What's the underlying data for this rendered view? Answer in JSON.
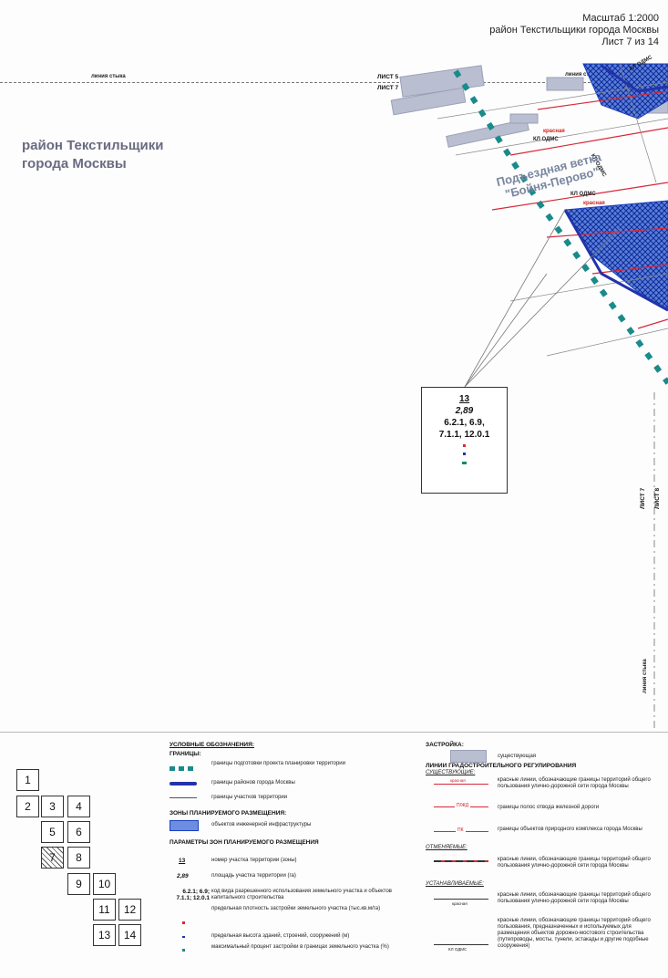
{
  "header": {
    "scale": "Масштаб 1:2000",
    "district": "район Текстильщики города Москвы",
    "sheet": "Лист 7 из 14"
  },
  "map": {
    "district_label_line1": "район Текстильщики",
    "district_label_line2": "города Москвы",
    "junction_line_left": "линия стыка",
    "junction_line_right": "линия стыка",
    "junction_line_vertical": "линия стыка",
    "sheet5": "ЛИСТ 5",
    "sheet7_top": "ЛИСТ 7",
    "sheet7_side": "ЛИСТ 7",
    "sheet8_side": "ЛИСТ 8",
    "kl_odms_1": "КЛ ОДМС",
    "kl_odms_2": "КЛ ОДМС",
    "kl_odms_3": "КЛ ОДМС",
    "kl_odms_4": "КЛ ОДМС",
    "red_1": "красная",
    "red_2": "красная",
    "rail_name_line1": "Подъездная ветка",
    "rail_name_line2": "\"Бойня-Перово\""
  },
  "zone": {
    "number": "13",
    "area": "2,89",
    "codes_line1": "6.2.1, 6.9,",
    "codes_line2": "7.1.1, 12.0.1"
  },
  "legend": {
    "title": "УСЛОВНЫЕ ОБОЗНАЧЕНИЯ:",
    "borders_h": "ГРАНИЦЫ:",
    "b1": "границы подготовки проекта планировки территории",
    "b2": "границы районов города Москвы",
    "b3": "границы участков территории",
    "zones_h": "ЗОНЫ ПЛАНИРУЕМОГО РАЗМЕЩЕНИЯ:",
    "z1": "объектов инженерной инфраструктуры",
    "params_h": "ПАРАМЕТРЫ ЗОН ПЛАНИРУЕМОГО РАЗМЕЩЕНИЯ",
    "p1_sym": "13",
    "p1": "номер участка территории (зоны)",
    "p2_sym": "2,89",
    "p2": "площадь участка территории (га)",
    "p3_sym1": "6.2.1; 6.9;",
    "p3_sym2": "7.1.1; 12.0.1",
    "p3": "код вида разрешенного использования земельного участка и объектов капитального строительства",
    "p4": "предельная плотность застройки земельного участка (тыс.кв.м/га)",
    "p5": "предельная высота зданий, строений, сооружений (м)",
    "p6": "максимальный процент застройки в границах земельного участка (%)",
    "build_h": "ЗАСТРОЙКА:",
    "build1": "существующая",
    "lines_h": "ЛИНИИ ГРАДОСТРОИТЕЛЬНОГО РЕГУЛИРОВАНИЯ",
    "exist_h": "СУЩЕСТВУЮЩИЕ:",
    "l1_tag": "красная",
    "l1": "красные линии, обозначающие границы территорий общего пользования улично-дорожной сети города Москвы",
    "l2_tag": "П/ЖД",
    "l2": "границы полос отвода железной дороги",
    "l3_tag": "ПК",
    "l3": "границы объектов природного комплекса города Москвы",
    "cancel_h": "ОТМЕНЯЕМЫЕ:",
    "l4": "красные линии, обозначающие границы территорий общего пользования улично-дорожной сети города Москвы",
    "establish_h": "УСТАНАВЛИВАЕМЫЕ:",
    "l5_tag": "красная",
    "l5": "красные линии, обозначающие границы территорий общего пользования улично-дорожной сети города Москвы",
    "l6_tag": "КЛ ОДМС",
    "l6": "красные линии, обозначающие границы территорий общего пользования, предназначенных и используемых для размещения объектов дорожно-мостового строительства (путепроводы, мосты, тунели, эстакады и другие подобные сооружения)"
  },
  "sheet_grid": [
    "1",
    "2",
    "3",
    "4",
    "5",
    "6",
    "7",
    "8",
    "9",
    "10",
    "11",
    "12",
    "13",
    "14"
  ],
  "colors": {
    "project_border": "#1a8a8a",
    "district_border": "#2233aa",
    "hatch": "#1a3fc0",
    "red_line": "#d8283a",
    "building": "#b9bed0",
    "district_text": "#6a6a82"
  }
}
